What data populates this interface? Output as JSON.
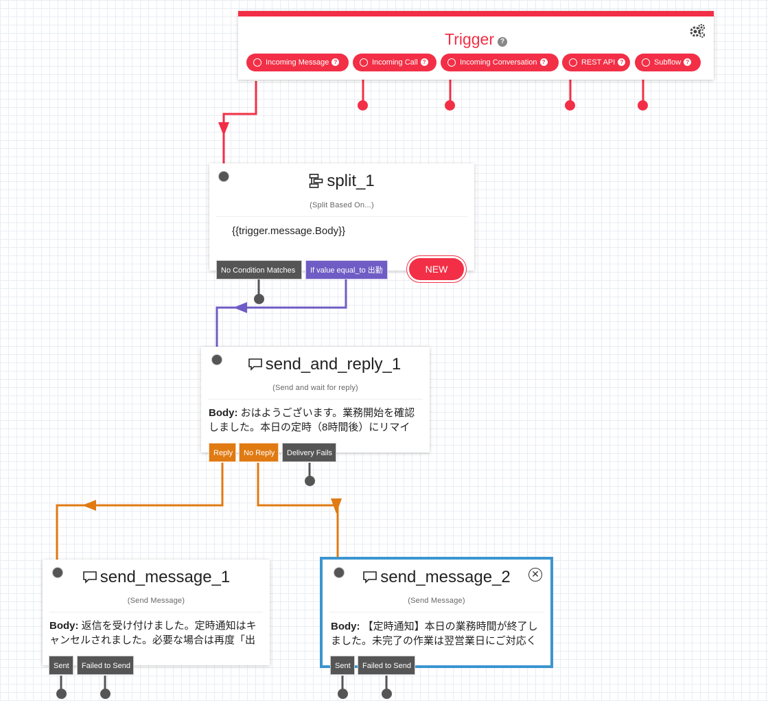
{
  "trigger": {
    "title": "Trigger",
    "help_glyph": "?",
    "settings_icon": "gears-icon",
    "accent_color": "#f22f46",
    "events": [
      {
        "label": "Incoming Message"
      },
      {
        "label": "Incoming Call"
      },
      {
        "label": "Incoming Conversation"
      },
      {
        "label": "REST API"
      },
      {
        "label": "Subflow"
      }
    ]
  },
  "split": {
    "title": "split_1",
    "subtitle": "(Split Based On...)",
    "expression": "{{trigger.message.Body}}",
    "transitions": [
      {
        "label": "No Condition Matches"
      },
      {
        "label": "If value equal_to 出勤"
      }
    ],
    "new_button": "NEW"
  },
  "send_and_reply": {
    "title": "send_and_reply_1",
    "subtitle": "(Send and wait for reply)",
    "body_label": "Body:",
    "body_line1": "おはようございます。業務開始を確認",
    "body_line2": "しました。本日の定時（8時間後）にリマイ",
    "transitions": [
      {
        "label": "Reply"
      },
      {
        "label": "No Reply"
      },
      {
        "label": "Delivery Fails"
      }
    ]
  },
  "send_message_1": {
    "title": "send_message_1",
    "subtitle": "(Send Message)",
    "body_label": "Body:",
    "body_line1": "返信を受け付けました。定時通知はキ",
    "body_line2": "ャンセルされました。必要な場合は再度「出",
    "transitions": [
      {
        "label": "Sent"
      },
      {
        "label": "Failed to Send"
      }
    ]
  },
  "send_message_2": {
    "title": "send_message_2",
    "subtitle": "(Send Message)",
    "body_label": "Body:",
    "body_line1": "【定時通知】本日の業務時間が終了し",
    "body_line2": "ました。未完了の作業は翌営業日にご対応く",
    "transitions": [
      {
        "label": "Sent"
      },
      {
        "label": "Failed to Send"
      }
    ],
    "close_glyph": "✕"
  },
  "colors": {
    "trigger_red": "#f22f46",
    "split_purple": "#6f5cc4",
    "reply_orange": "#e07a12",
    "selected_blue": "#3b95d0"
  }
}
